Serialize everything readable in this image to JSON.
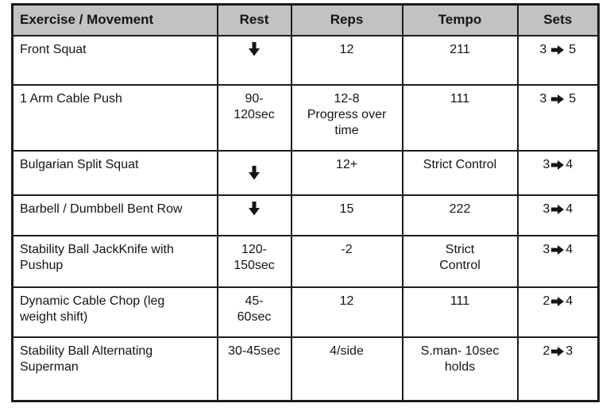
{
  "colors": {
    "header_bg": "#c2c2c2",
    "border": "#1b1b1b",
    "text": "#141414",
    "background": "#ffffff"
  },
  "icons": {
    "down_arrow": "arrow-down-icon",
    "right_arrow": "arrow-right-icon"
  },
  "table": {
    "columns": [
      {
        "label": "Exercise / Movement"
      },
      {
        "label": "Rest"
      },
      {
        "label": "Reps"
      },
      {
        "label": "Tempo"
      },
      {
        "label": "Sets"
      }
    ],
    "rows": [
      {
        "exercise": "Front Squat",
        "rest": {
          "kind": "arrow"
        },
        "reps": "12",
        "tempo": "211",
        "sets": {
          "from": "3",
          "to": "5",
          "spaced": true
        }
      },
      {
        "exercise": "1 Arm Cable Push",
        "rest": {
          "kind": "text",
          "value": "90-\n120sec"
        },
        "reps": "12-8\nProgress over\ntime",
        "tempo": "111",
        "sets": {
          "from": "3",
          "to": "5",
          "spaced": true
        }
      },
      {
        "exercise": "Bulgarian Split Squat",
        "rest": {
          "kind": "arrow",
          "align": "middle"
        },
        "reps": "12+",
        "tempo": "Strict Control",
        "sets": {
          "from": "3",
          "to": "4",
          "spaced": false
        }
      },
      {
        "exercise": "Barbell / Dumbbell Bent Row",
        "rest": {
          "kind": "arrow"
        },
        "reps": "15",
        "tempo": "222",
        "sets": {
          "from": "3",
          "to": "4",
          "spaced": false
        }
      },
      {
        "exercise": "Stability Ball JackKnife with\nPushup",
        "rest": {
          "kind": "text",
          "value": "120-\n150sec"
        },
        "reps": "-2",
        "tempo": "Strict\nControl",
        "sets": {
          "from": "3",
          "to": "4",
          "spaced": false
        }
      },
      {
        "exercise": "Dynamic Cable Chop (leg\nweight shift)",
        "rest": {
          "kind": "text",
          "value": "45-\n60sec"
        },
        "reps": "12",
        "tempo": "111",
        "sets": {
          "from": "2",
          "to": "4",
          "spaced": false
        }
      },
      {
        "exercise": "Stability Ball Alternating\nSuperman",
        "rest": {
          "kind": "text",
          "value": "30-45sec"
        },
        "reps": "4/side",
        "tempo": "S.man- 10sec\nholds",
        "sets": {
          "from": "2",
          "to": "3",
          "spaced": false
        }
      }
    ]
  }
}
